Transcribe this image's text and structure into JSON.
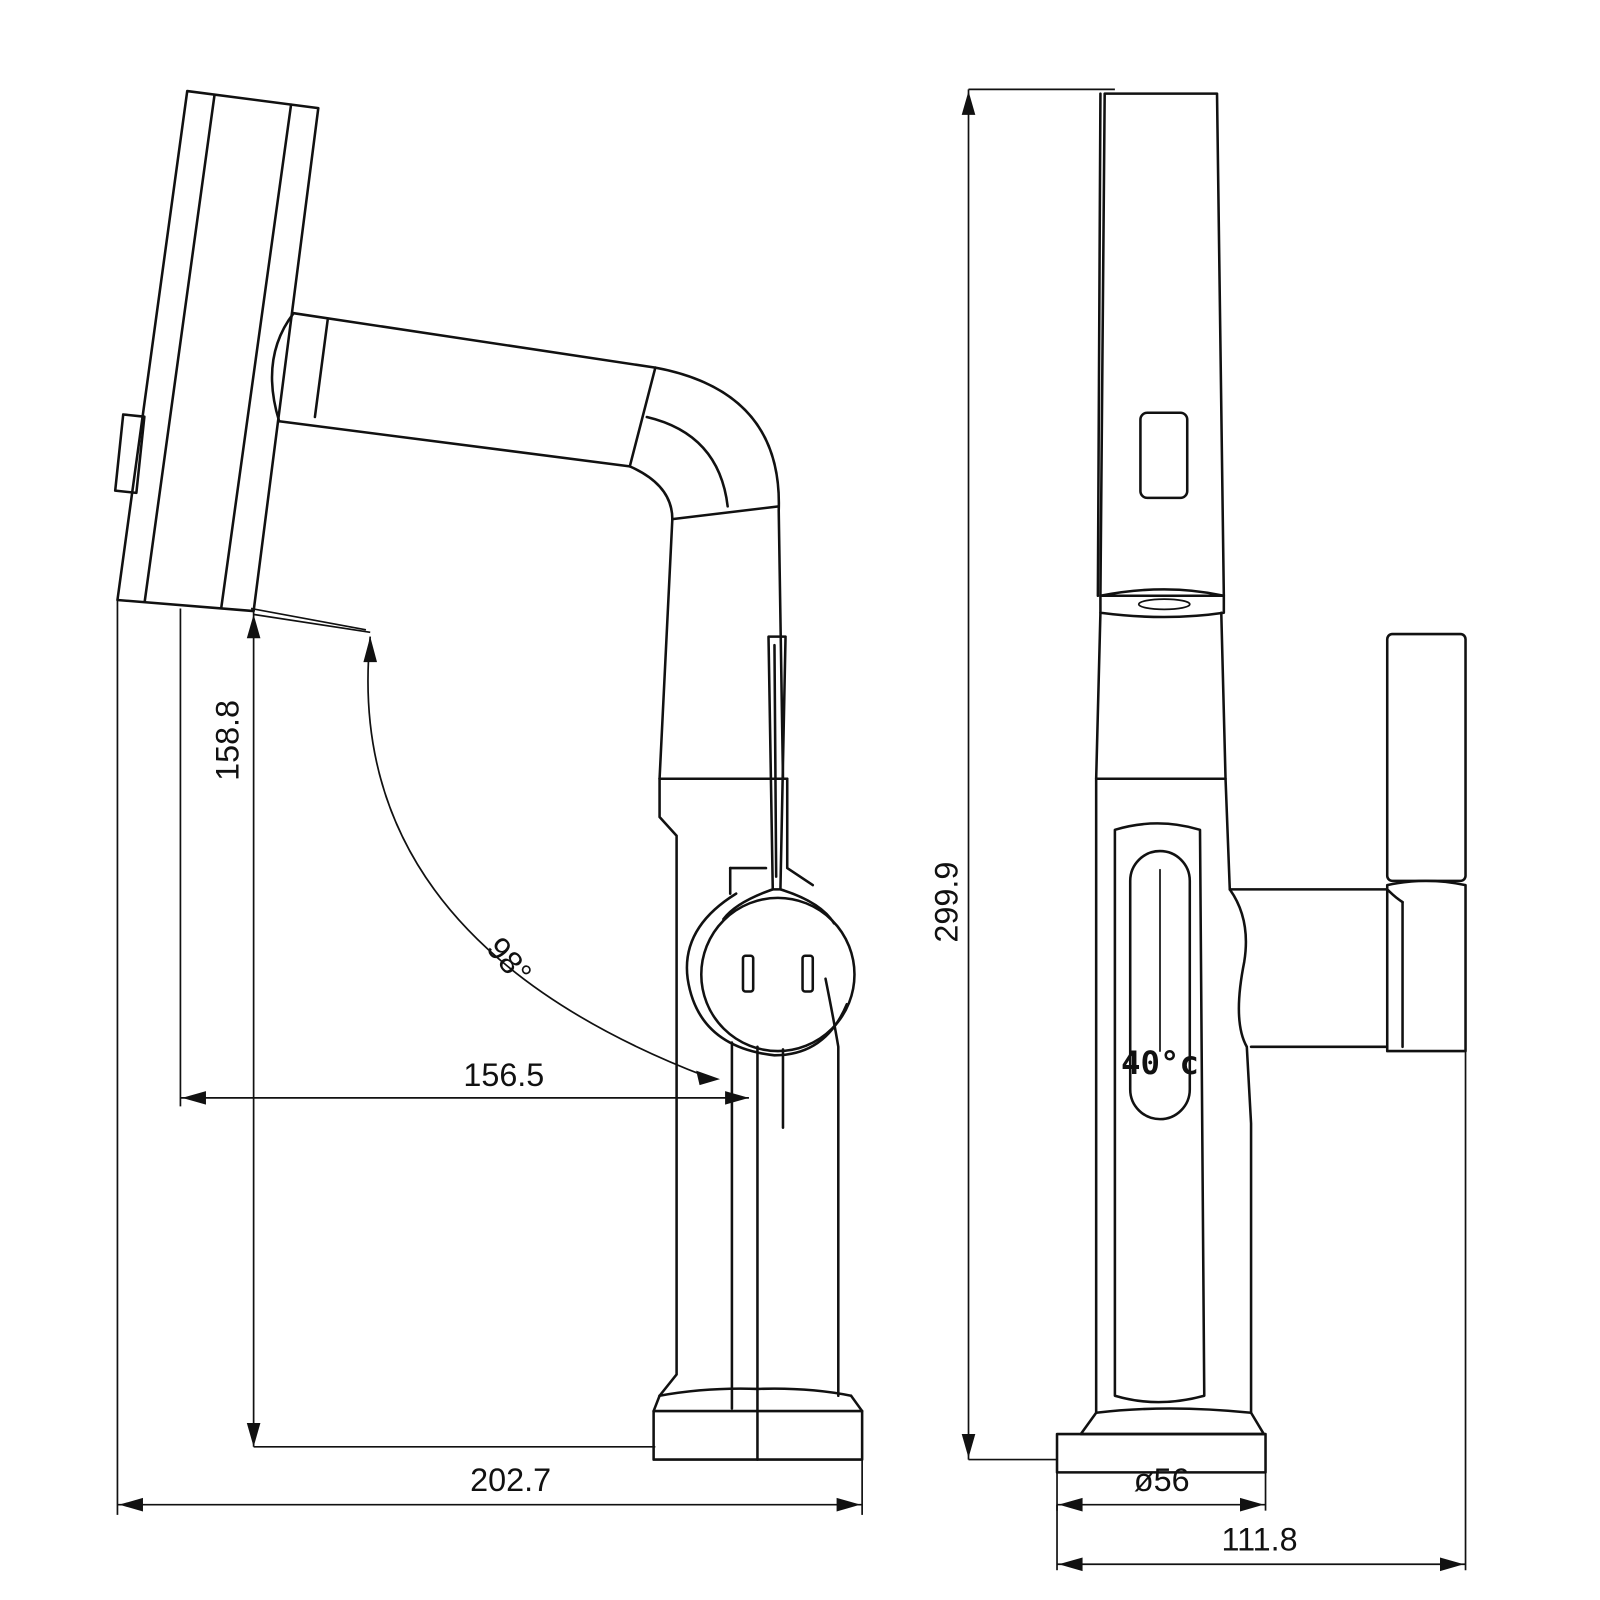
{
  "dimensions": {
    "spout_height": "158.8",
    "spout_reach": "156.5",
    "total_length": "202.7",
    "rotation_angle": "98°",
    "total_height": "299.9",
    "base_diameter": "ø56",
    "total_depth": "111.8"
  },
  "display": {
    "temperature": "40°c"
  }
}
